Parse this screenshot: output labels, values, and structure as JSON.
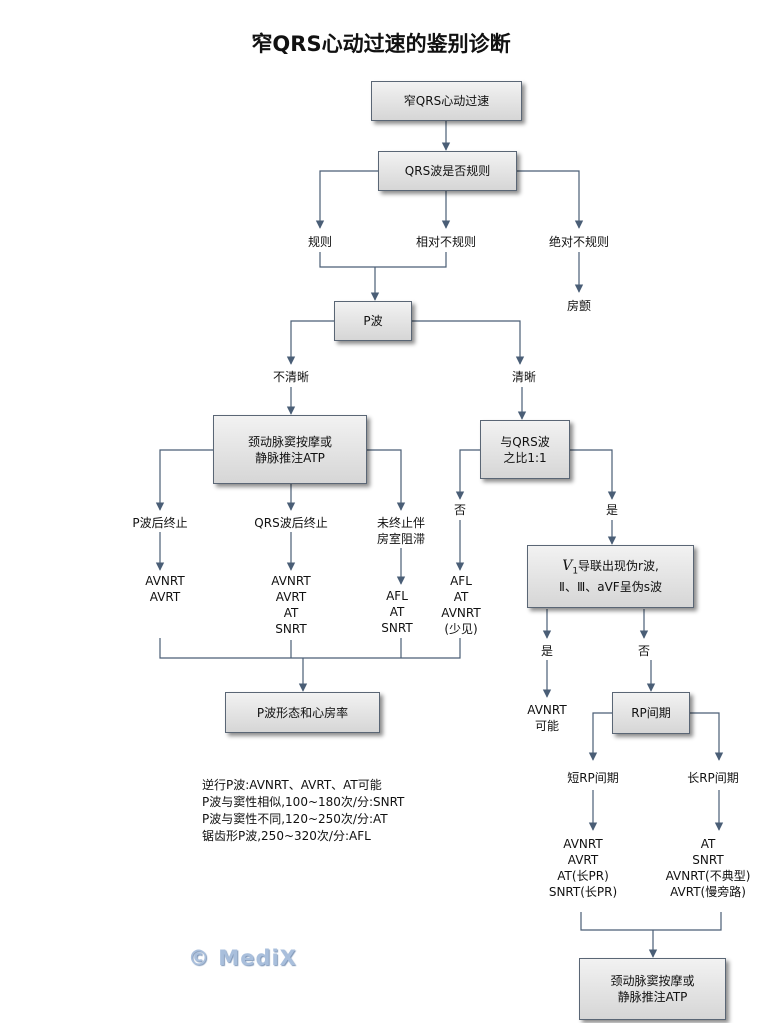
{
  "title": "窄QRS心动过速的鉴别诊断",
  "boxes": {
    "start": "窄QRS心动过速",
    "regularity": "QRS波是否规则",
    "p_wave": "P波",
    "maneuver_1": [
      "颈动脉窦按摩或",
      "静脉推注ATP"
    ],
    "ratio": [
      "与QRS波",
      "之比1:1"
    ],
    "v1": {
      "v": "V",
      "sub": "1",
      "line1": "导联出现伪r波,",
      "line2": "Ⅱ、Ⅲ、aVF呈伪s波"
    },
    "p_morph": "P波形态和心房率",
    "rp": "RP间期",
    "maneuver_2": [
      "颈动脉窦按摩或",
      "静脉推注ATP"
    ]
  },
  "labels": {
    "regular": "规则",
    "relatively_irregular": "相对不规则",
    "absolutely_irregular": "绝对不规则",
    "af": "房颤",
    "unclear": "不清晰",
    "clear": "清晰",
    "p_after_term": "P波后终止",
    "qrs_after_term": "QRS波后终止",
    "not_term": [
      "未终止伴",
      "房室阻滞"
    ],
    "no": "否",
    "yes": "是",
    "r1": [
      "AVNRT",
      "AVRT"
    ],
    "r2": [
      "AVNRT",
      "AVRT",
      "AT",
      "SNRT"
    ],
    "r3": [
      "AFL",
      "AT",
      "SNRT"
    ],
    "r4": [
      "AFL",
      "AT",
      "AVNRT",
      "(少见)"
    ],
    "v1_yes": "是",
    "v1_no": "否",
    "avnrt_possible": [
      "AVNRT",
      "可能"
    ],
    "short_rp": "短RP间期",
    "long_rp": "长RP间期",
    "r5": [
      "AVNRT",
      "AVRT",
      "AT(长PR)",
      "SNRT(长PR)"
    ],
    "r6": [
      "AT",
      "SNRT",
      "AVNRT(不典型)",
      "AVRT(慢旁路)"
    ]
  },
  "notes": [
    "逆行P波:AVNRT、AVRT、AT可能",
    "P波与窦性相似,100~180次/分:SNRT",
    "P波与窦性不同,120~250次/分:AT",
    "锯齿形P波,250~320次/分:AFL"
  ],
  "watermark": "© MediX",
  "colors": {
    "line": "#4a5e76",
    "box_border": "#5a6675",
    "watermark": "#a9bfdc"
  }
}
